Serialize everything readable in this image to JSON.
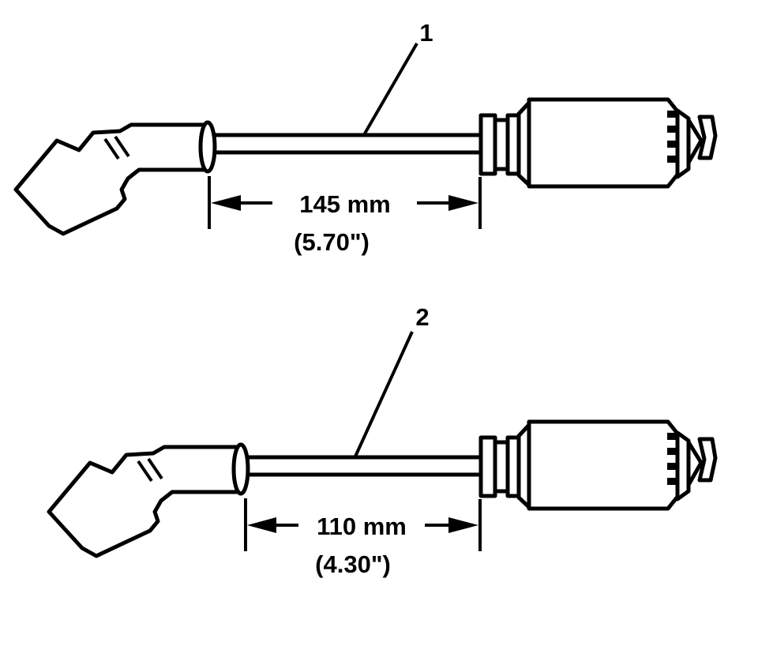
{
  "document": {
    "title": "Ignition Cable Assembly Dimensional Diagram",
    "background_color": "#ffffff",
    "line_color": "#000000"
  },
  "assemblies": [
    {
      "callout": "1",
      "dimension_mm": "145 mm",
      "dimension_in": "(5.70\")",
      "parts": {
        "boot_label": "angled-spark-plug-boot",
        "collar_label": "cable-collar",
        "cable_label": "ignition-cable",
        "ferrule_label": "connector-ferrule",
        "body_label": "connector-body",
        "terminal_label": "terminal-spring-clip"
      }
    },
    {
      "callout": "2",
      "dimension_mm": "110 mm",
      "dimension_in": "(4.30\")",
      "parts": {
        "boot_label": "angled-spark-plug-boot",
        "collar_label": "cable-collar",
        "cable_label": "ignition-cable",
        "ferrule_label": "connector-ferrule",
        "body_label": "connector-body",
        "terminal_label": "terminal-spring-clip"
      }
    }
  ],
  "style_values": {
    "dim_font_size": "30",
    "callout_font_size": "31"
  }
}
